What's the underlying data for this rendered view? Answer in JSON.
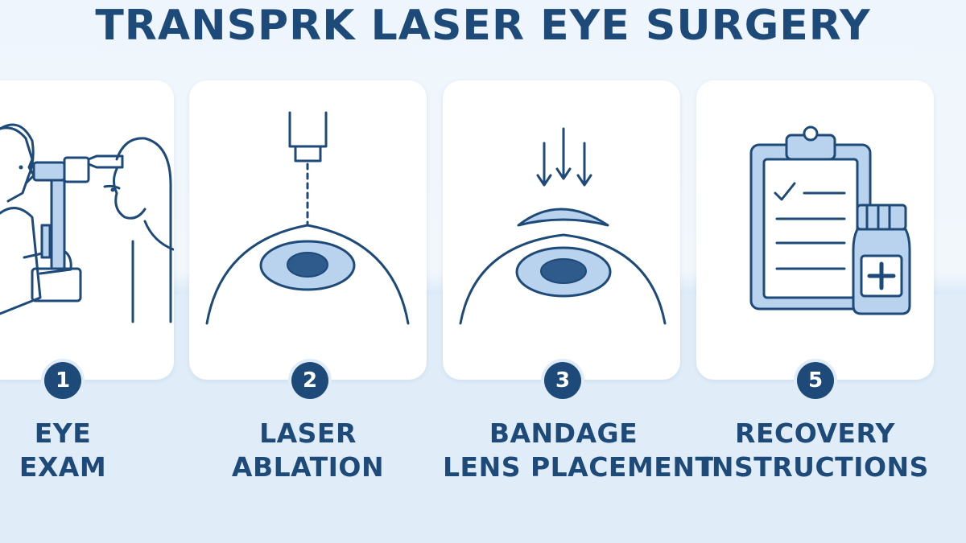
{
  "title": "TRANSPRK LASER EYE SURGERY",
  "colors": {
    "primary": "#1d4a78",
    "light_blue": "#b9d3ee",
    "background": "#e0edf9",
    "card": "#ffffff"
  },
  "steps": [
    {
      "number": "1",
      "label_line1": "EYE",
      "label_line2": "EXAM",
      "icon": "eye-exam-icon"
    },
    {
      "number": "2",
      "label_line1": "LASER",
      "label_line2": "ABLATION",
      "icon": "laser-ablation-icon"
    },
    {
      "number": "3",
      "label_line1": "BANDAGE",
      "label_line2": "LENS PLACEMENT",
      "icon": "bandage-lens-icon"
    },
    {
      "number": "5",
      "label_line1": "RECOVERY",
      "label_line2": "INSTRUCTIONS",
      "icon": "recovery-clipboard-icon"
    }
  ]
}
